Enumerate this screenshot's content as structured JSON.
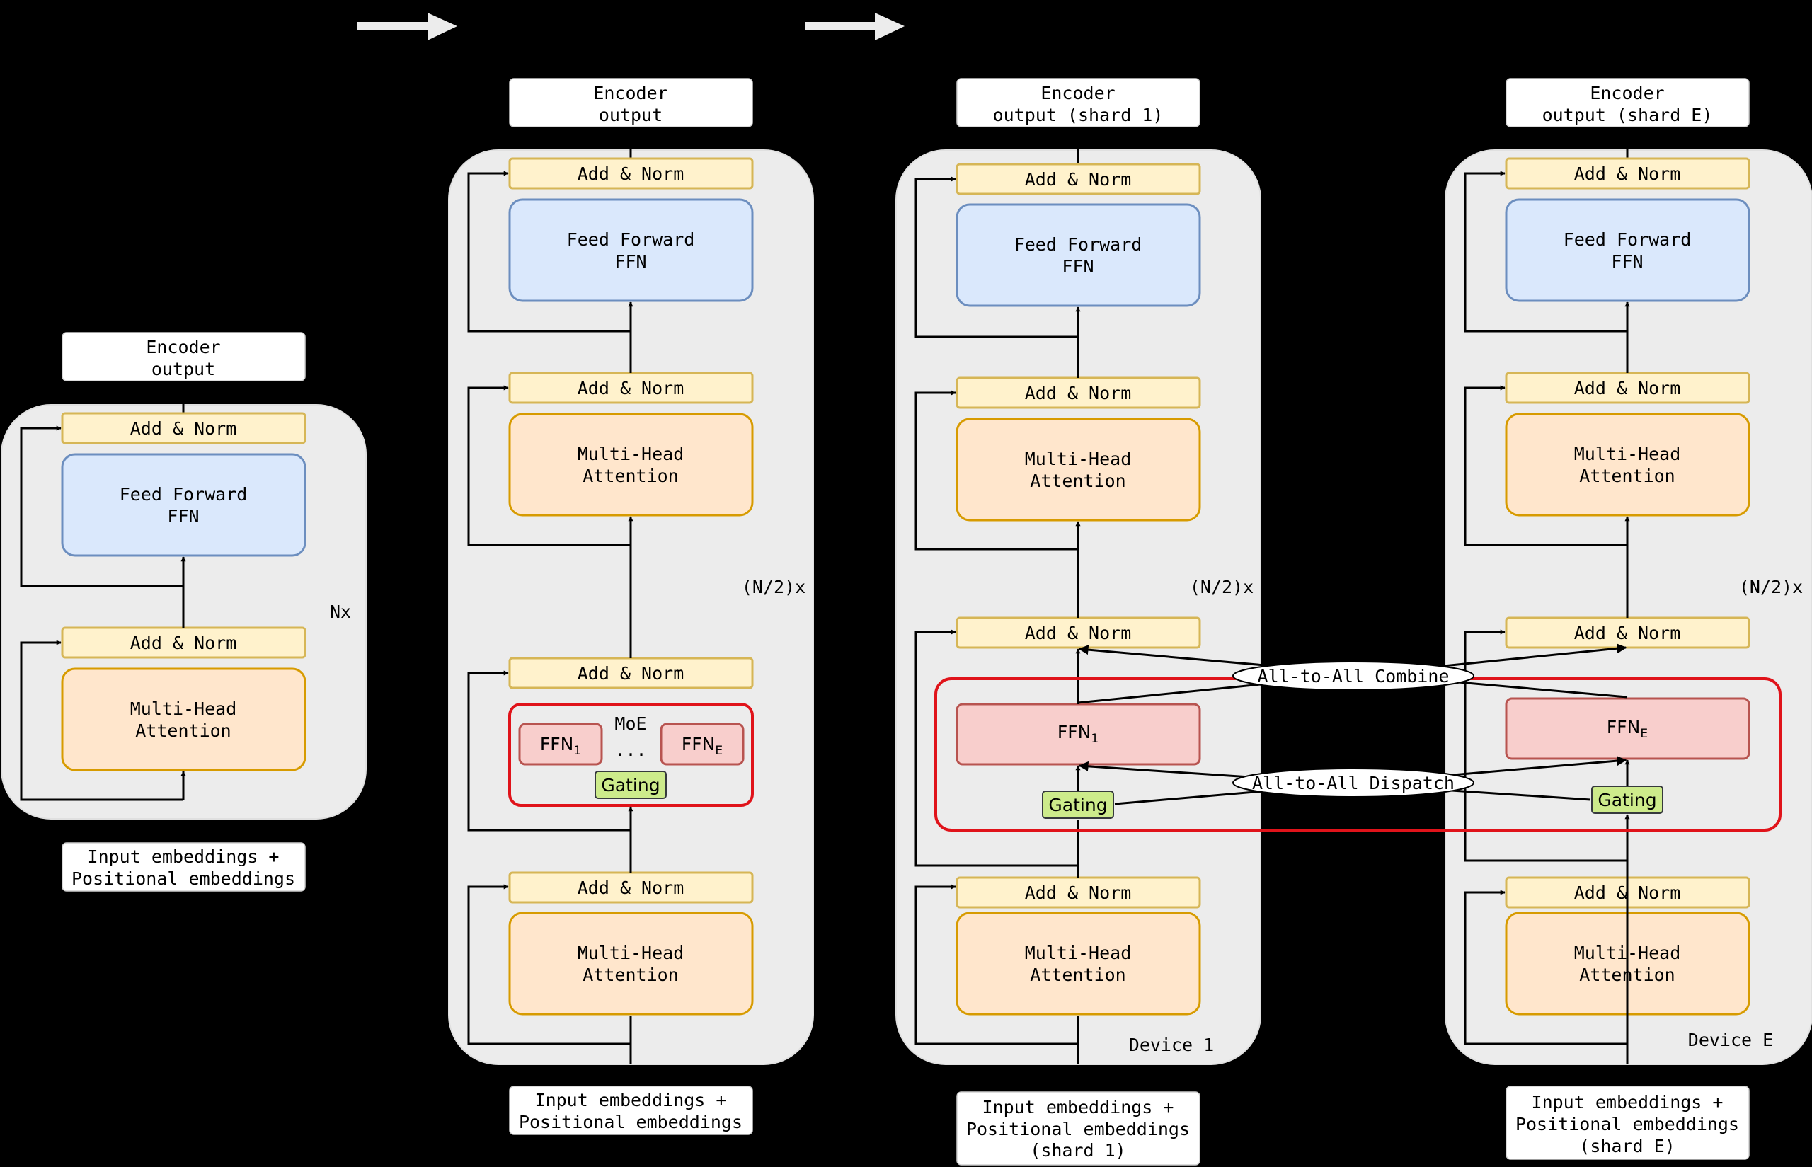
{
  "diagram1": {
    "output_label": [
      "Encoder",
      "output"
    ],
    "add_norm": "Add & Norm",
    "ffn_label": [
      "Feed Forward",
      "FFN"
    ],
    "attn_label": [
      "Multi-Head",
      "Attention"
    ],
    "repeat": "Nx",
    "input_label": [
      "Input embeddings +",
      "Positional embeddings"
    ]
  },
  "diagram2": {
    "output_label": [
      "Encoder",
      "output"
    ],
    "add_norm": "Add & Norm",
    "ffn_label": [
      "Feed Forward",
      "FFN"
    ],
    "attn_label": [
      "Multi-Head",
      "Attention"
    ],
    "moe_label": "MoE",
    "ellipsis": "...",
    "expert_first": "FFN",
    "expert_first_sub": "1",
    "expert_last": "FFN",
    "expert_last_sub": "E",
    "gating": "Gating",
    "repeat": "(N/2)x",
    "input_label": [
      "Input embeddings +",
      "Positional embeddings"
    ]
  },
  "device1": {
    "output_label": [
      "Encoder",
      "output (shard 1)"
    ],
    "add_norm": "Add & Norm",
    "ffn_label": [
      "Feed Forward",
      "FFN"
    ],
    "attn_label": [
      "Multi-Head",
      "Attention"
    ],
    "expert": "FFN",
    "expert_sub": "1",
    "gating": "Gating",
    "repeat": "(N/2)x",
    "device": "Device 1",
    "input_label": [
      "Input embeddings +",
      "Positional embeddings",
      "(shard 1)"
    ]
  },
  "deviceE": {
    "output_label": [
      "Encoder",
      "output (shard E)"
    ],
    "add_norm": "Add & Norm",
    "ffn_label": [
      "Feed Forward",
      "FFN"
    ],
    "attn_label": [
      "Multi-Head",
      "Attention"
    ],
    "expert": "FFN",
    "expert_sub": "E",
    "gating": "Gating",
    "repeat": "(N/2)x",
    "device": "Device E",
    "input_label": [
      "Input embeddings +",
      "Positional embeddings",
      "(shard E)"
    ]
  },
  "comm": {
    "combine": "All-to-All Combine",
    "dispatch": "All-to-All Dispatch"
  },
  "colors": {
    "norm_fill": "#fff2cc",
    "ffn_fill": "#dae8fc",
    "attn_fill": "#ffe6cc",
    "expert_fill": "#f8cecc",
    "gating_fill": "#cdeb8b",
    "moe_border": "#e0131a",
    "panel": "#ececec"
  }
}
